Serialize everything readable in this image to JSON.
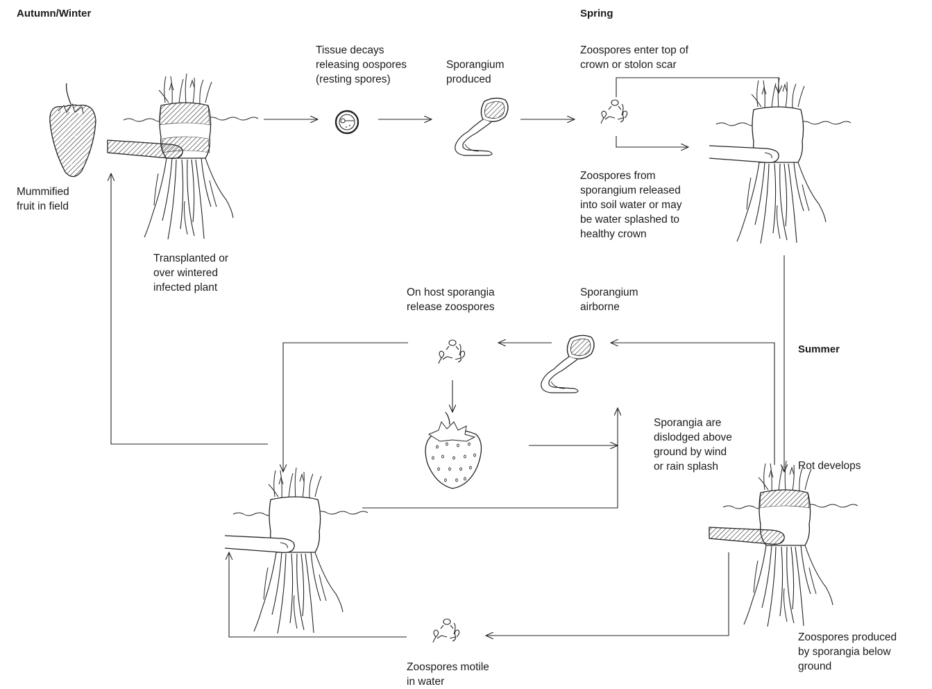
{
  "seasons": {
    "autumn_winter": "Autumn/Winter",
    "spring": "Spring",
    "summer": "Summer"
  },
  "labels": {
    "mummified_fruit": "Mummified\nfruit in field",
    "transplanted": "Transplanted or\nover wintered\ninfected plant",
    "tissue_decays": "Tissue decays\nreleasing oospores\n(resting spores)",
    "sporangium_produced": "Sporangium\nproduced",
    "zoospores_enter": "Zoospores enter top of\ncrown or stolon scar",
    "zoospores_from_sporangium": "Zoospores from\nsporangium released\ninto soil water or may\nbe water splashed to\nhealthy crown",
    "on_host": "On host sporangia\nrelease zoospores",
    "sporangium_airborne": "Sporangium\nairborne",
    "sporangia_dislodged": "Sporangia are\ndislodged above\nground by wind\nor rain splash",
    "rot_develops": "Rot develops",
    "zoospores_produced": "Zoospores produced\nby sporangia below\nground",
    "zoospores_motile": "Zoospores motile\nin water"
  }
}
